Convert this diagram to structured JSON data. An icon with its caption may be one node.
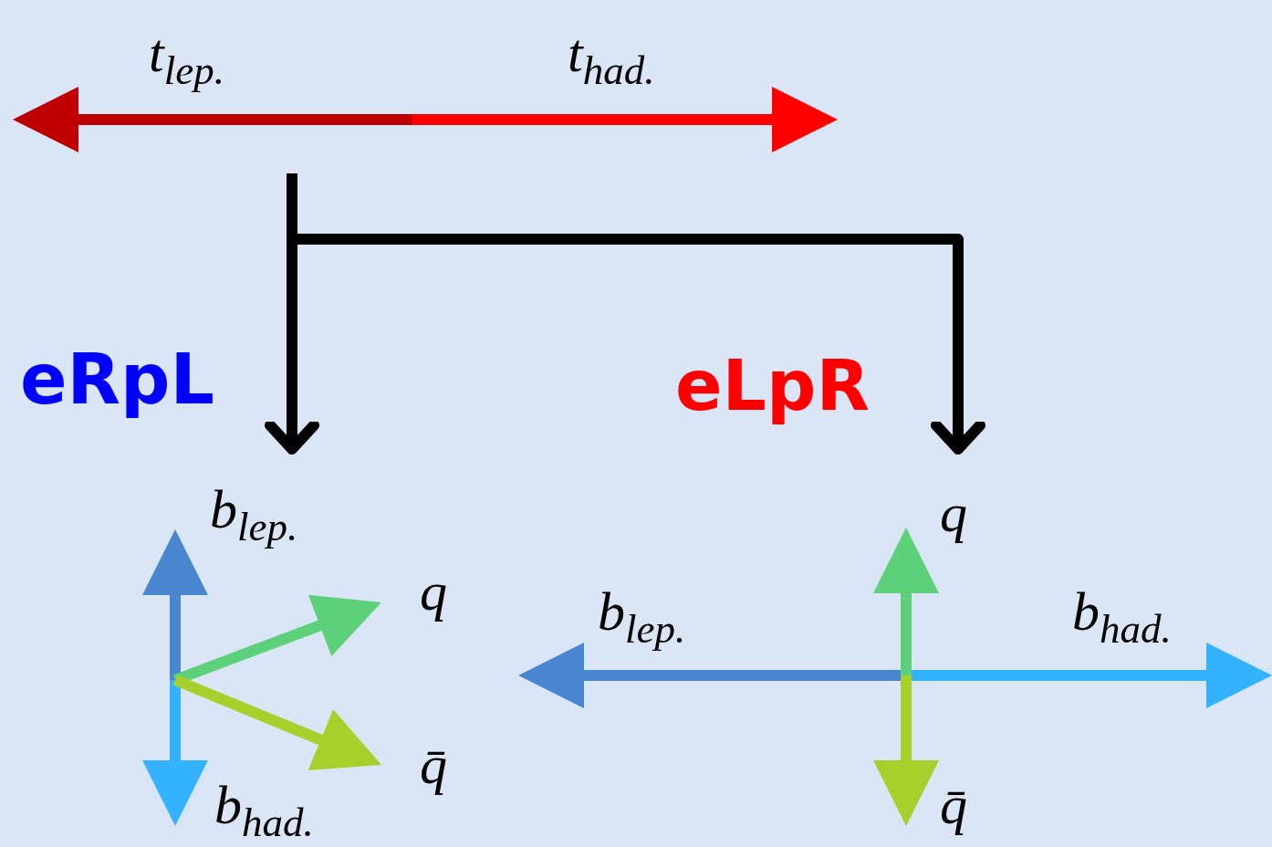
{
  "diagram": {
    "nodes": [
      {
        "text": [],
        "shape": "picture",
        "beside": [
          "t$_{lep.}$",
          "t$_{had.}$"
        ]
      },
      {
        "text": [],
        "shape": "picture"
      },
      {
        "text": [],
        "shape": "picture"
      }
    ],
    "edges": [
      {
        "from": 0,
        "to": 1,
        "arrow": "to"
      },
      {
        "from": 0,
        "to": 2,
        "arrow": "to"
      }
    ],
    "labels": [
      "eRpL",
      "eLpR",
      "b$_{lep.}$",
      "q",
      "q",
      "b$_{lep.}$",
      "b$_{had.}$",
      "q̄",
      "q̄",
      "b$_{had.}$"
    ]
  }
}
